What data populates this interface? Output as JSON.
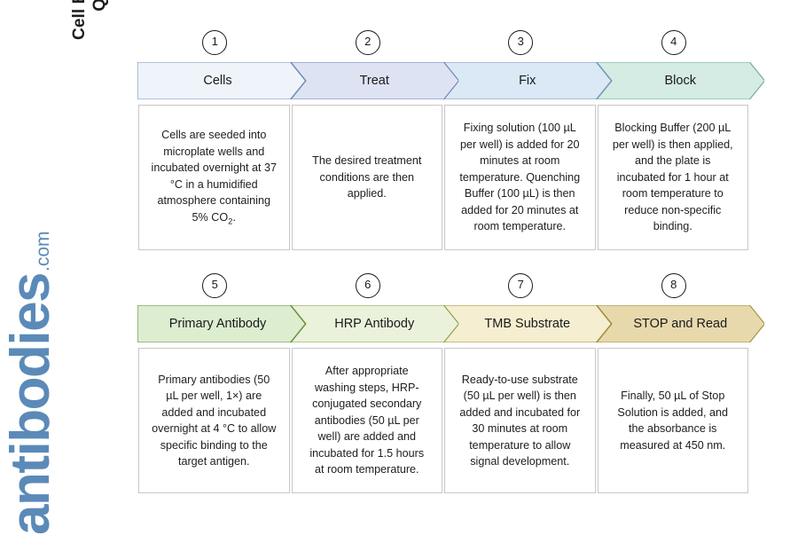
{
  "page": {
    "title_line1": "Cell Based ELISA Kits",
    "title_line2": "Quick Protocol",
    "brand_word": "antibodies",
    "brand_tld": ".com",
    "brand_color": "#5b8ab8"
  },
  "rows": [
    {
      "id": "row-1",
      "steps": [
        {
          "number": "1",
          "label": "Cells",
          "fill": "#eff4fb",
          "stroke": "#6f93b8",
          "body": "Cells are seeded into microplate wells and incubated overnight at 37 °C in a humidified atmosphere containing 5% CO",
          "body_sub": "2",
          "body_tail": "."
        },
        {
          "number": "2",
          "label": "Treat",
          "fill": "#dee3f4",
          "stroke": "#6b7fb5",
          "body": "The desired treatment conditions are then applied.",
          "body_sub": "",
          "body_tail": ""
        },
        {
          "number": "3",
          "label": "Fix",
          "fill": "#dbe8f6",
          "stroke": "#6f93b8",
          "body": "Fixing solution (100 µL per well) is added for 20 minutes at room temperature. Quenching Buffer (100 µL) is then added for 20 minutes at room temperature.",
          "body_sub": "",
          "body_tail": ""
        },
        {
          "number": "4",
          "label": "Block",
          "fill": "#d4ece3",
          "stroke": "#6fa894",
          "body": "Blocking Buffer (200 µL per well) is then applied, and the plate is incubated for 1 hour at room temperature to reduce non-specific binding.",
          "body_sub": "",
          "body_tail": ""
        }
      ]
    },
    {
      "id": "row-2",
      "steps": [
        {
          "number": "5",
          "label": "Primary Antibody",
          "fill": "#dcedd0",
          "stroke": "#5f8a3f",
          "body": "Primary antibodies (50 µL per well, 1×) are added and incubated overnight at 4 °C to allow specific binding to the target antigen.",
          "body_sub": "",
          "body_tail": ""
        },
        {
          "number": "6",
          "label": "HRP Antibody",
          "fill": "#eaf2dc",
          "stroke": "#8a9c3f",
          "body": "After appropriate washing steps, HRP-conjugated secondary antibodies (50 µL per well) are added and incubated for 1.5 hours at room temperature.",
          "body_sub": "",
          "body_tail": ""
        },
        {
          "number": "7",
          "label": "TMB Substrate",
          "fill": "#f5eed1",
          "stroke": "#a08b3a",
          "body": "Ready-to-use substrate (50 µL per well) is then added and incubated for 30 minutes at room temperature to allow signal development.",
          "body_sub": "",
          "body_tail": ""
        },
        {
          "number": "8",
          "label": "STOP and Read",
          "fill": "#e8d9ad",
          "stroke": "#a08b3a",
          "body": "Finally, 50 µL of Stop Solution is added, and the absorbance is measured at 450 nm.",
          "body_sub": "",
          "body_tail": ""
        }
      ]
    }
  ]
}
